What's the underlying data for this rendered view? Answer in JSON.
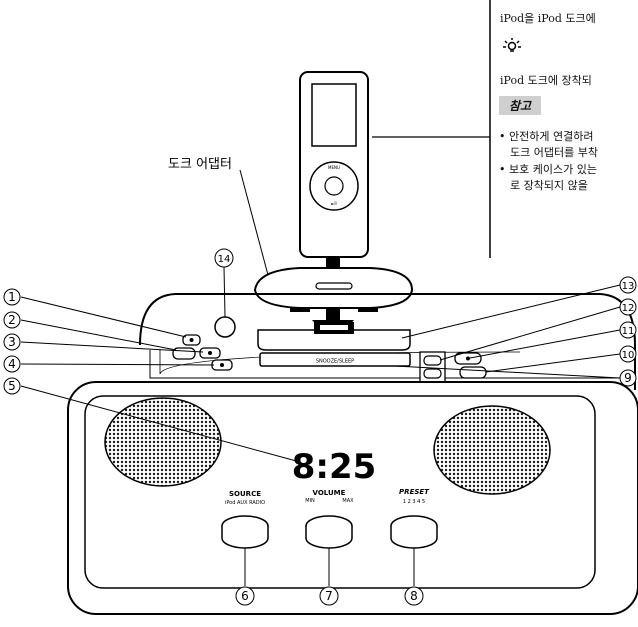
{
  "note": {
    "line1": "iPod을 iPod 도크에",
    "line2": "iPod 도크에 장착되",
    "badge": "참고",
    "bullet1a": "• 안전하게 연결하려",
    "bullet1b": "도크 어댑터를 부착",
    "bullet2a": "• 보호 케이스가 있는",
    "bullet2b": "로 장착되지 않을"
  },
  "labels": {
    "dock_adapter": "도크 어댑터",
    "clock": "8:25",
    "source": "SOURCE",
    "source_opts": "iPod   AUX  RADIO",
    "volume": "VOLUME",
    "vol_min": "MIN",
    "vol_max": "MAX",
    "preset": "PRESET",
    "preset_opts": "1  2  3  4  5"
  },
  "callouts": [
    "1",
    "2",
    "3",
    "4",
    "5",
    "6",
    "7",
    "8",
    "9",
    "10",
    "11",
    "12",
    "13",
    "14"
  ]
}
